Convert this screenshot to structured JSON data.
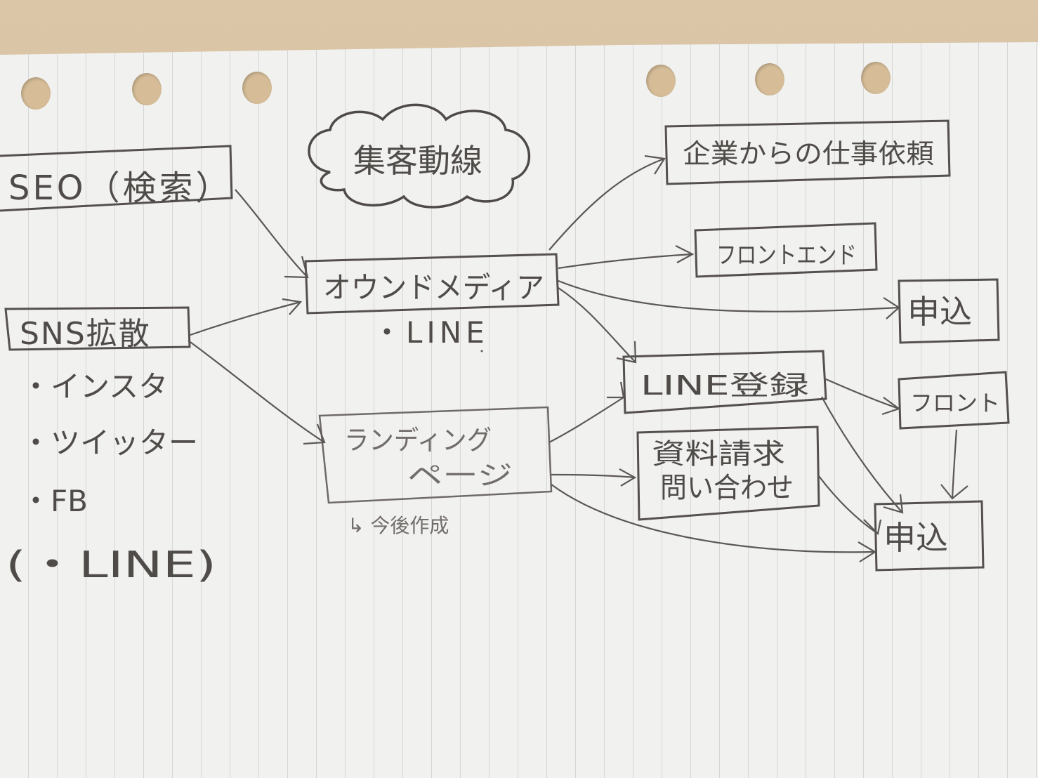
{
  "title": "集客動線",
  "sources": {
    "seo": "SEO（検索）",
    "sns": "SNS拡散",
    "sns_items": [
      "・インスタ",
      "・ツイッター",
      "・FB",
      "(・LINE)"
    ]
  },
  "middle": {
    "owned_media": "オウンドメディア",
    "owned_note": "・LINE",
    "landing_line1": "ランディング",
    "landing_line2": "ページ",
    "landing_note": "↳ 今後作成"
  },
  "outcomes": {
    "corporate": "企業からの仕事依頼",
    "frontend": "フロントエンド",
    "apply_top": "申込",
    "line_register": "LINE登録",
    "front": "フロント",
    "inquiry_line1": "資料請求",
    "inquiry_line2": "問い合わせ",
    "apply_bottom": "申込"
  }
}
